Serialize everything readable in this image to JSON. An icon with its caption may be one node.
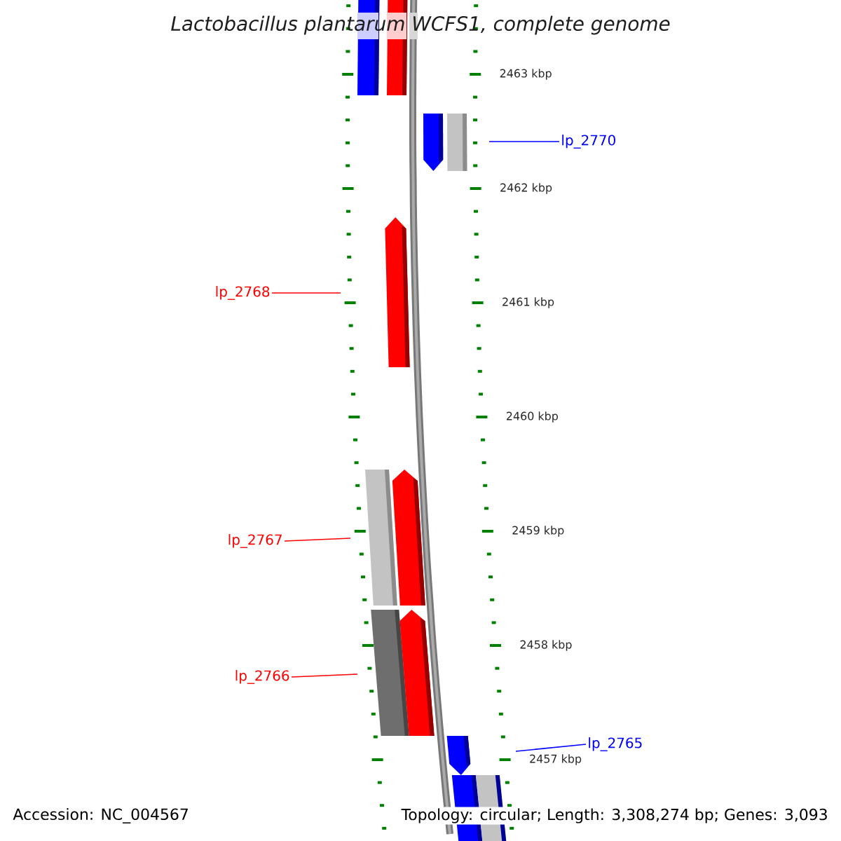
{
  "diagram": {
    "title": "Lactobacillus plantarum WCFS1, complete genome",
    "nodes": [
      {
        "text": [
          "lp_2770"
        ]
      },
      {
        "text": [
          "lp_2768"
        ]
      },
      {
        "text": [
          "lp_2767"
        ]
      },
      {
        "text": [
          "lp_2766"
        ]
      },
      {
        "text": [
          "lp_2765"
        ]
      }
    ],
    "edges": [
      {
        "from": 0,
        "to": null,
        "arrow": "none",
        "color": "#0000ff"
      },
      {
        "from": 1,
        "to": null,
        "arrow": "none"
      },
      {
        "from": 2,
        "to": null,
        "arrow": "none"
      },
      {
        "from": 3,
        "to": null,
        "arrow": "none"
      },
      {
        "from": 4,
        "to": null,
        "arrow": "none",
        "color": "#0000ff"
      }
    ],
    "labels": [
      "2463 kbp",
      "2462 kbp",
      "2461 kbp",
      "2460 kbp",
      "2459 kbp",
      "2458 kbp",
      "2457 kbp",
      "Accession: NC_004567",
      "Topology: circular; Length: 3,308,274 bp; Genes: 3,093"
    ]
  }
}
